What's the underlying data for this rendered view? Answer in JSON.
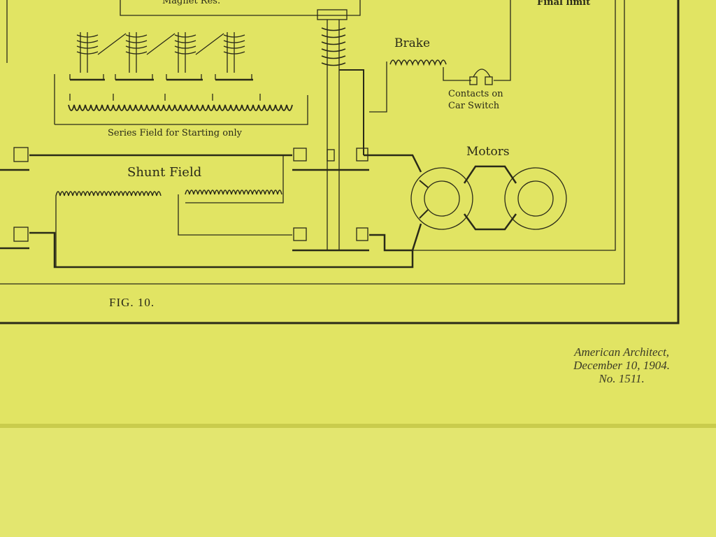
{
  "diagram": {
    "labels": {
      "magnet_res": "Magnet Res.",
      "final_limit": "Final limit",
      "brake": "Brake",
      "contacts_line1": "Contacts on",
      "contacts_line2": "Car Switch",
      "series_field": "Series Field for Starting only",
      "motors": "Motors",
      "shunt_field": "Shunt Field"
    },
    "figure_label": "FIG. 10."
  },
  "caption": {
    "publication": "American Architect,",
    "date": "December 10, 1904.",
    "number": "No. 1511."
  },
  "colors": {
    "paper": "#e1e463",
    "mat": "#e3e66f",
    "ink": "#2a2a18"
  }
}
